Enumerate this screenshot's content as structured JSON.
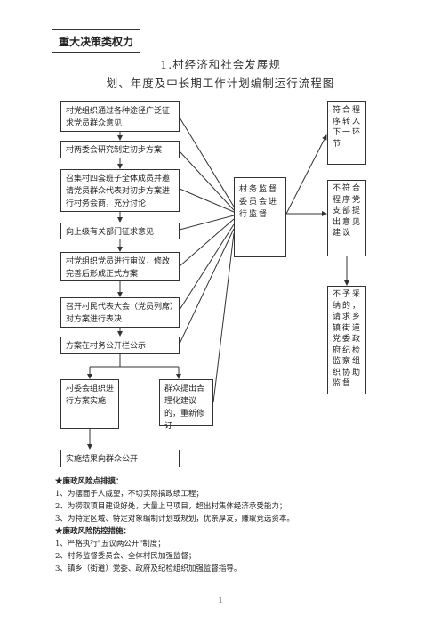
{
  "category_tag": "重大决策类权力",
  "title_line1": "1.村经济和社会发展规",
  "title_line2": "划、年度及中长期工作计划编制运行流程图",
  "flow": {
    "step1": "村党组织通过各种途径广泛征求党员群众意见",
    "step2": "村两委会研究制定初步方案",
    "step3": "召集村四套班子全体成员并邀请党员群众代表对初步方案进行村务会商，充分讨论",
    "step4": "向上级有关部门征求意见",
    "step5": "村党组织党员进行审议，修改完善后形成正式方案",
    "step6": "召开村民代表大会（党员列席）对方案进行表决",
    "step7": "方案在村务公开栏公示",
    "step8a": "村委会组织进行方案实施",
    "step8b": "群众提出合理化建议的，重新修订",
    "step9": "实施结果向群众公开"
  },
  "supervision": "村务监督委员会进行监督",
  "side": {
    "s1": "符合程序转入下一环节",
    "s2": "不符合程序党支部提出意见建议",
    "s3": "不予采纳的，请求乡镇街道党委政府纪检监察组织协助监督"
  },
  "notes": {
    "risk_title": "★廉政风险点排摸：",
    "risk": [
      "1、为摆面子人威望，不切实际搞政绩工程；",
      "2、为捞取项目建设好处，大量上马项目，超出村集体经济承受能力；",
      "3、为特定区域、特定对象编制计划或规划，优亲厚友，赚取竞选资本。"
    ],
    "control_title": "★廉政风险防控措施：",
    "control": [
      "1、严格执行\"五议两公开\"制度；",
      "2、村务监督委员会、全体村民加强监督；",
      "3、镇乡（街道）党委、政府及纪检组织加强监督指导。"
    ]
  },
  "page_number": "1"
}
